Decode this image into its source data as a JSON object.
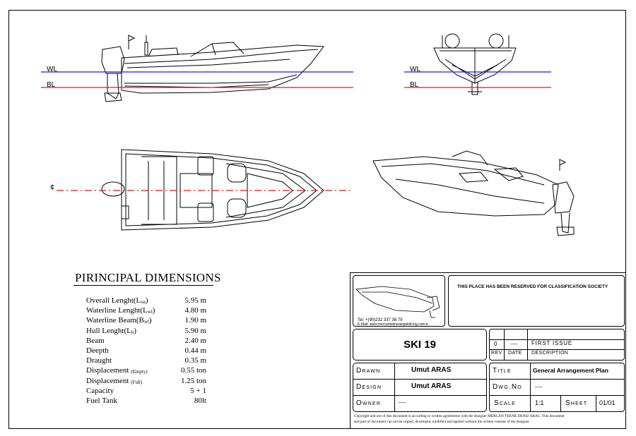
{
  "waterline_labels": {
    "wl": "WL",
    "bl": "BL",
    "cl": "¢"
  },
  "colors": {
    "waterline": "#1a1aff",
    "baseline": "#e01818",
    "line": "#000000"
  },
  "dimensions": {
    "title": "PIRINCIPAL DIMENSIONS",
    "rows": [
      {
        "label": "Overall Lenght(L",
        "sub": "oa",
        "tail": ")",
        "value": "5.95 m"
      },
      {
        "label": "Waterline Lenght(L",
        "sub": "wl",
        "tail": ")",
        "value": "4.80 m"
      },
      {
        "label": "Waterline Beam(B",
        "sub": "wl",
        "tail": ")",
        "value": "1.90 m"
      },
      {
        "label": "Hull Lenght(L",
        "sub": "h",
        "tail": ")",
        "value": "5.90 m"
      },
      {
        "label": "Beam",
        "sub": "",
        "tail": "",
        "value": "2.40 m"
      },
      {
        "label": "Deepth",
        "sub": "",
        "tail": "",
        "value": "0.44 m"
      },
      {
        "label": "Draught",
        "sub": "",
        "tail": "",
        "value": "0.35 m"
      },
      {
        "label": "Displacement ",
        "sub": "(Empty)",
        "tail": "",
        "value": "0.55 ton"
      },
      {
        "label": "Displacement ",
        "sub": "(Full)",
        "tail": "",
        "value": "1.25 ton"
      },
      {
        "label": "Capacity",
        "sub": "",
        "tail": "",
        "value": "5 + 1"
      },
      {
        "label": "Fuel Tank",
        "sub": "",
        "tail": "",
        "value": "80lt"
      }
    ]
  },
  "title_block": {
    "classification_note": "THIS PLACE HAS BEEN RESERVED FOR CLASSIFICATION SOCIETY",
    "logo_contact_1": "Tel: +(90)232 337 36 79",
    "logo_contact_2": "E-Mail: www.mercantekneraspektif.ing.com.tr",
    "drawing_name": "SKI 19",
    "revision": {
      "rev": "0",
      "date": "----",
      "description": "FIRST ISSUE"
    },
    "revision_headers": {
      "rev": "REV",
      "date": "DATE",
      "description": "DESCRIPTION"
    },
    "drawn_label": "Drawn",
    "drawn_value": "Umut ARAS",
    "design_label": "Design",
    "design_value": "Umut ARAS",
    "owner_label": "Owner",
    "owner_value": "----",
    "title_label": "Title",
    "title_value": "General Arrangement Plan",
    "dwgno_label": "Dwg.No",
    "dwgno_value": "----",
    "scale_label": "Scale",
    "scale_value": "1:1",
    "sheet_label": "Sheet",
    "sheet_value": "01/01",
    "copyright_1": "Copyright and use of this document is according to written agreements with the designer MERCAN TEKNE DENIZ ARAC. This document",
    "copyright_2": "and part of document can not be copied, developed, modified and applied without the written consent of the designer."
  }
}
